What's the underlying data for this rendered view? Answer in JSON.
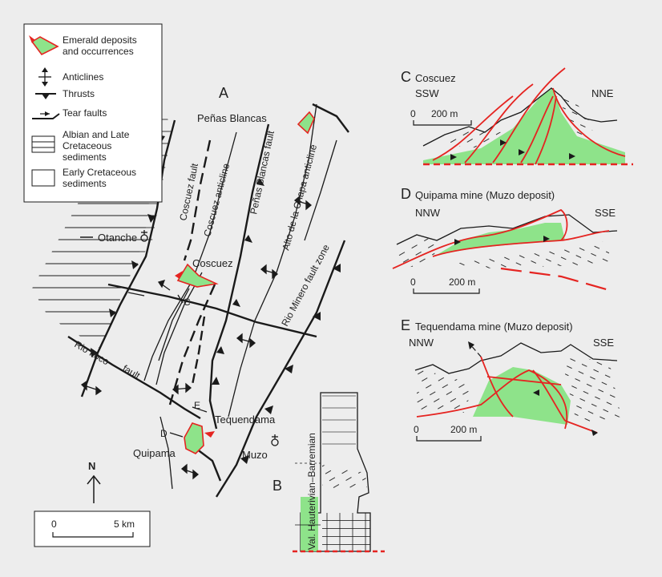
{
  "legend": {
    "emerald": "Emerald deposits and occurrences",
    "emerald_l1": "Emerald deposits",
    "emerald_l2": "and occurrences",
    "anticlines": "Anticlines",
    "thrusts": "Thrusts",
    "tear_faults": "Tear faults",
    "albian_l1": "Albian and Late",
    "albian_l2": "Cretaceous",
    "albian_l3": "sediments",
    "early_l1": "Early Cretaceous",
    "early_l2": "sediments"
  },
  "map": {
    "panel_label": "A",
    "penas_blancas": "Peñas Blancas",
    "coscuez_fault": "Coscuez fault",
    "coscuez_anticline": "Coscuez anticline",
    "penas_blancas_fault": "Peñas Blancas fault",
    "alto_chapa": "Alto de la Chapa anticline",
    "rio_minero": "Rio Minero fault zone",
    "otanche": "Otanche",
    "coscuez": "Coscuez",
    "rio_itoco": "Rio Itoco",
    "fault": "fault",
    "tequendama": "Tequendama",
    "quipama": "Quipama",
    "muzo": "Muzo",
    "sec_c": "C",
    "sec_d": "D",
    "sec_e": "E",
    "north": "N",
    "scale_0": "0",
    "scale_5": "5 km"
  },
  "section_b": {
    "label": "B",
    "stage_upper": "Hauterivian–Barremian",
    "stage_lower": "Val.",
    "stage_text": "Val. Hauterivian–Barremian"
  },
  "section_c": {
    "label": "C",
    "title": "Coscuez",
    "left": "SSW",
    "right": "NNE",
    "scale_0": "0",
    "scale_len": "200 m"
  },
  "section_d": {
    "label": "D",
    "title": "Quipama mine (Muzo deposit)",
    "left": "NNW",
    "right": "SSE",
    "scale_0": "0",
    "scale_len": "200 m"
  },
  "section_e": {
    "label": "E",
    "title": "Tequendama mine (Muzo deposit)",
    "left": "NNW",
    "right": "SSE",
    "scale_0": "0",
    "scale_len": "200 m"
  },
  "colors": {
    "emerald_green": "#8ee38a",
    "fault_red": "#e52421",
    "background": "#ededed"
  }
}
